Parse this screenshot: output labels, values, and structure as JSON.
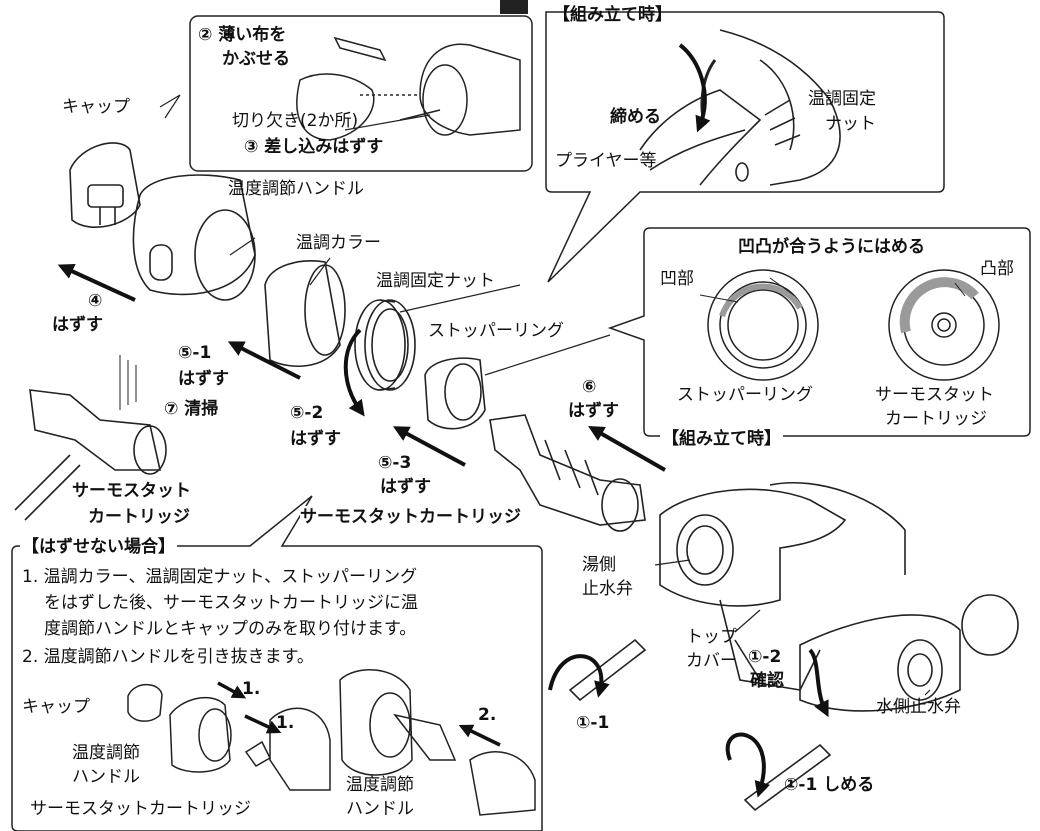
{
  "callout_top": {
    "step2": "② 薄い布を",
    "step2b": "かぶせる",
    "notch": "切り欠き(2か所)",
    "step3": "③ 差し込みはずす"
  },
  "callout_assembly": {
    "title": "【組み立て時】",
    "tighten": "締める",
    "nut": "温調固定",
    "nut2": "ナット",
    "plier": "プライヤー等"
  },
  "callout_align": {
    "title": "凹凸が合うようにはめる",
    "concave": "凹部",
    "convex": "凸部",
    "ring": "ストッパーリング",
    "thermo1": "サーモスタット",
    "thermo2": "カートリッジ",
    "footer": "【組み立て時】"
  },
  "parts": {
    "cap": "キャップ",
    "handle": "温度調節ハンドル",
    "collar": "温調カラー",
    "fix_nut": "温調固定ナット",
    "stopper": "ストッパーリング",
    "cartridge": "サーモスタットカートリッジ",
    "cart_left1": "サーモスタット",
    "cart_left2": "カートリッジ",
    "hot_valve1": "湯側",
    "hot_valve2": "止水弁",
    "top_cover1": "トップ",
    "top_cover2": "カバー",
    "cold_valve": "水側止水弁"
  },
  "steps": {
    "s4": "④",
    "s4b": "はずす",
    "s5_1": "⑤-1",
    "s5_1b": "はずす",
    "s5_2": "⑤-2",
    "s5_2b": "はずす",
    "s5_3": "⑤-3",
    "s5_3b": "はずす",
    "s6": "⑥",
    "s6b": "はずす",
    "s7": "⑦ 清掃",
    "s1_1": "①-1",
    "s1_2": "①-2",
    "s1_2b": "確認",
    "s1_1_close": "①-1 しめる"
  },
  "cannot_remove": {
    "title": "【はずせない場合】",
    "line1": "1. 温調カラー、温調固定ナット、ストッパーリング",
    "line2": "をはずした後、サーモスタットカートリッジに温",
    "line3": "度調節ハンドルとキャップのみを取り付けます。",
    "line4": "2. 温度調節ハンドルを引き抜きます。",
    "cap": "キャップ",
    "n1a": "1.",
    "n1b": "1.",
    "n2": "2.",
    "handle_a1": "温度調節",
    "handle_a2": "ハンドル",
    "cartridge": "サーモスタットカートリッジ",
    "handle_b1": "温度調節",
    "handle_b2": "ハンドル"
  },
  "colors": {
    "ink": "#111111",
    "shade": "#9a9a9a",
    "line": "#222222"
  }
}
